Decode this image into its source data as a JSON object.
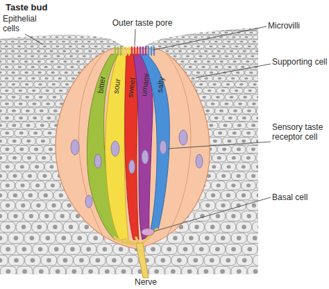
{
  "diagram": {
    "title": "Taste bud",
    "nodes": [
      {
        "text": [
          "bitter"
        ]
      },
      {
        "text": [
          "sour"
        ]
      },
      {
        "text": [
          "sweet"
        ]
      },
      {
        "text": [
          "umami"
        ]
      },
      {
        "text": [
          "salty"
        ]
      }
    ],
    "labels": [
      "Epithelial cells",
      "Outer taste pore",
      "Microvilli",
      "Supporting cell",
      "Sensory taste receptor cell",
      "Basal cell",
      "Nerve"
    ]
  }
}
